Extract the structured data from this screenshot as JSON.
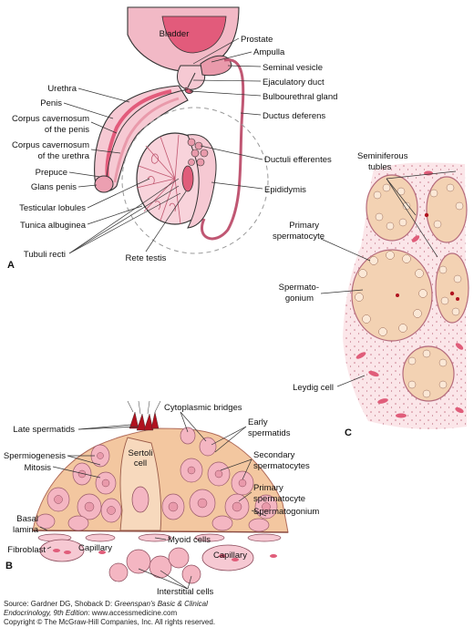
{
  "colors": {
    "pink_light": "#f6c9d3",
    "pink_mid": "#e99aab",
    "magenta": "#e05d7a",
    "tan": "#f3c7a0",
    "red": "#b0121f",
    "line": "#333333"
  },
  "panel_a": {
    "letter": "A",
    "bladder": "Bladder",
    "labels_right": [
      "Prostate",
      "Ampulla",
      "Seminal vesicle",
      "Ejaculatory duct",
      "Bulbourethral gland",
      "Ductus deferens",
      "Ductuli efferentes",
      "Epididymis"
    ],
    "labels_left": [
      "Urethra",
      "Penis",
      "Corpus cavernosum",
      "of the penis",
      "Corpus cavernosum",
      "of the urethra",
      "Prepuce",
      "Glans penis",
      "Testicular lobules",
      "Tunica albuginea",
      "Tubuli recti"
    ],
    "rete_testis": "Rete testis"
  },
  "panel_c": {
    "letter": "C",
    "labels": [
      "Seminiferous",
      "tubles",
      "Primary",
      "spermatocyte",
      "Spermato-",
      "gonium",
      "Leydig cell"
    ]
  },
  "panel_b": {
    "letter": "B",
    "labels_left": [
      "Late spermatids",
      "Spermiogenesis",
      "Mitosis",
      "Basal",
      "lamina",
      "Fibroblast"
    ],
    "labels_top": [
      "Cytoplasmic bridges",
      "Sertoli",
      "cell"
    ],
    "labels_right": [
      "Early",
      "spermatids",
      "Secondary",
      "spermatocytes",
      "Primary",
      "spermatocyte",
      "Spermatogonium"
    ],
    "labels_bottom": [
      "Myoid cells",
      "Capillary",
      "Capillary",
      "Interstitial cells"
    ]
  },
  "source": {
    "line1_prefix": "Source: Gardner DG, Shoback D: ",
    "line1_title": "Greenspan's Basic & Clinical",
    "line2_title": "Endocrinology, 9th Edition",
    "line2_rest": ": www.accessmedicine.com",
    "line3": "Copyright © The McGraw-Hill Companies, Inc. All rights reserved."
  }
}
